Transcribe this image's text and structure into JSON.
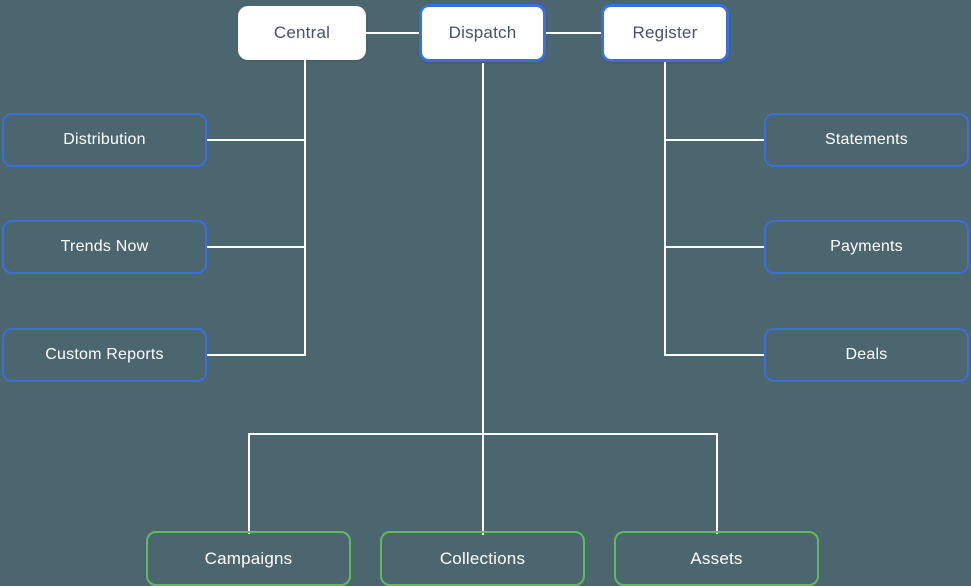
{
  "diagram": {
    "type": "flow-tree",
    "background_color": "#4c6670",
    "connector_color": "#ffffff",
    "accent_blue": "#3a6fdd",
    "accent_green": "#5fbb5c",
    "title": "",
    "nodes": {
      "central": {
        "label": "Central",
        "style": "white-plain"
      },
      "dispatch": {
        "label": "Dispatch",
        "style": "white-blue-ring"
      },
      "register": {
        "label": "Register",
        "style": "white-blue-ring"
      },
      "distribution": {
        "label": "Distribution",
        "style": "outline-blue"
      },
      "trends_now": {
        "label": "Trends Now",
        "style": "outline-blue"
      },
      "custom_reports": {
        "label": "Custom Reports",
        "style": "outline-blue"
      },
      "statements": {
        "label": "Statements",
        "style": "outline-blue"
      },
      "payments": {
        "label": "Payments",
        "style": "outline-blue"
      },
      "deals": {
        "label": "Deals",
        "style": "outline-blue"
      },
      "campaigns": {
        "label": "Campaigns",
        "style": "outline-green"
      },
      "collections": {
        "label": "Collections",
        "style": "outline-green"
      },
      "assets": {
        "label": "Assets",
        "style": "outline-green"
      }
    },
    "edges": [
      {
        "from": "central",
        "to": "dispatch"
      },
      {
        "from": "dispatch",
        "to": "register"
      },
      {
        "from": "central",
        "to": "distribution"
      },
      {
        "from": "central",
        "to": "trends_now"
      },
      {
        "from": "central",
        "to": "custom_reports"
      },
      {
        "from": "register",
        "to": "statements"
      },
      {
        "from": "register",
        "to": "payments"
      },
      {
        "from": "register",
        "to": "deals"
      },
      {
        "from": "dispatch",
        "to": "campaigns"
      },
      {
        "from": "dispatch",
        "to": "collections"
      },
      {
        "from": "dispatch",
        "to": "assets"
      }
    ]
  }
}
